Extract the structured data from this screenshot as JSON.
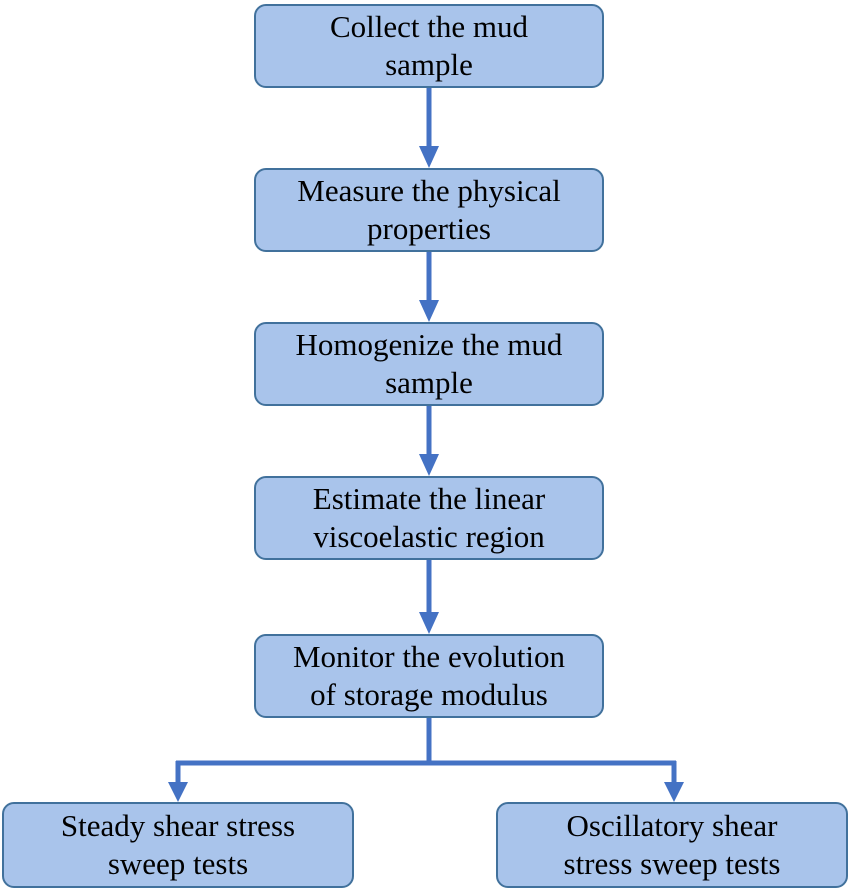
{
  "colors": {
    "box_fill": "#a9c4eb",
    "box_border": "#41719c",
    "arrow": "#4472c4"
  },
  "steps": [
    {
      "label": "Collect the mud\nsample"
    },
    {
      "label": "Measure the physical\nproperties"
    },
    {
      "label": "Homogenize the mud\nsample"
    },
    {
      "label": "Estimate the linear\nviscoelastic region"
    },
    {
      "label": "Monitor the evolution\nof storage modulus"
    }
  ],
  "branches": [
    {
      "label": "Steady shear stress\nsweep tests"
    },
    {
      "label": "Oscillatory shear\nstress sweep tests"
    }
  ]
}
